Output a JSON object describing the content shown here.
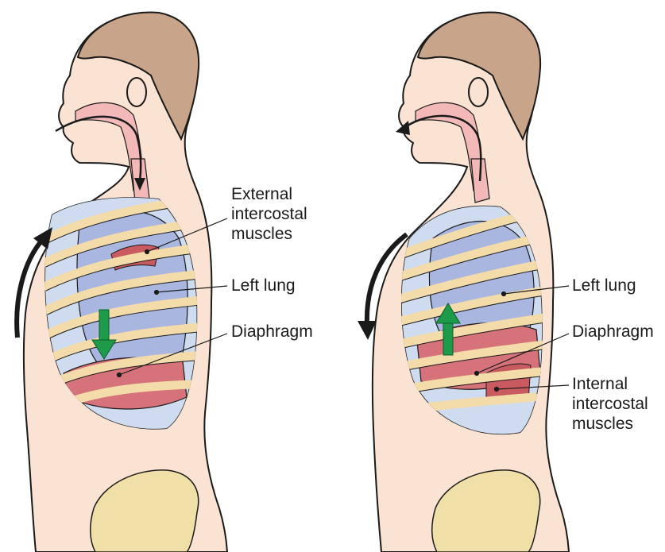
{
  "inhale_panel": {
    "labels": {
      "external_intercostal": [
        "External",
        "intercostal",
        "muscles"
      ],
      "left_lung": "Left lung",
      "diaphragm": "Diaphragm"
    },
    "diaphragm_arrow": "down",
    "ribcage_arrow": "up"
  },
  "exhale_panel": {
    "labels": {
      "left_lung": "Left lung",
      "diaphragm": "Diaphragm",
      "internal_intercostal": [
        "Internal",
        "intercostal",
        "muscles"
      ]
    },
    "diaphragm_arrow": "up",
    "ribcage_arrow": "down"
  },
  "colors": {
    "skin": "#fbe3d3",
    "hair": "#c8a48a",
    "lung": "#a9b7e0",
    "rib": "#f4dcaa",
    "muscle": "#d6737a",
    "arrow_green": "#1e9b4a",
    "bone": "#f1dfa8"
  }
}
